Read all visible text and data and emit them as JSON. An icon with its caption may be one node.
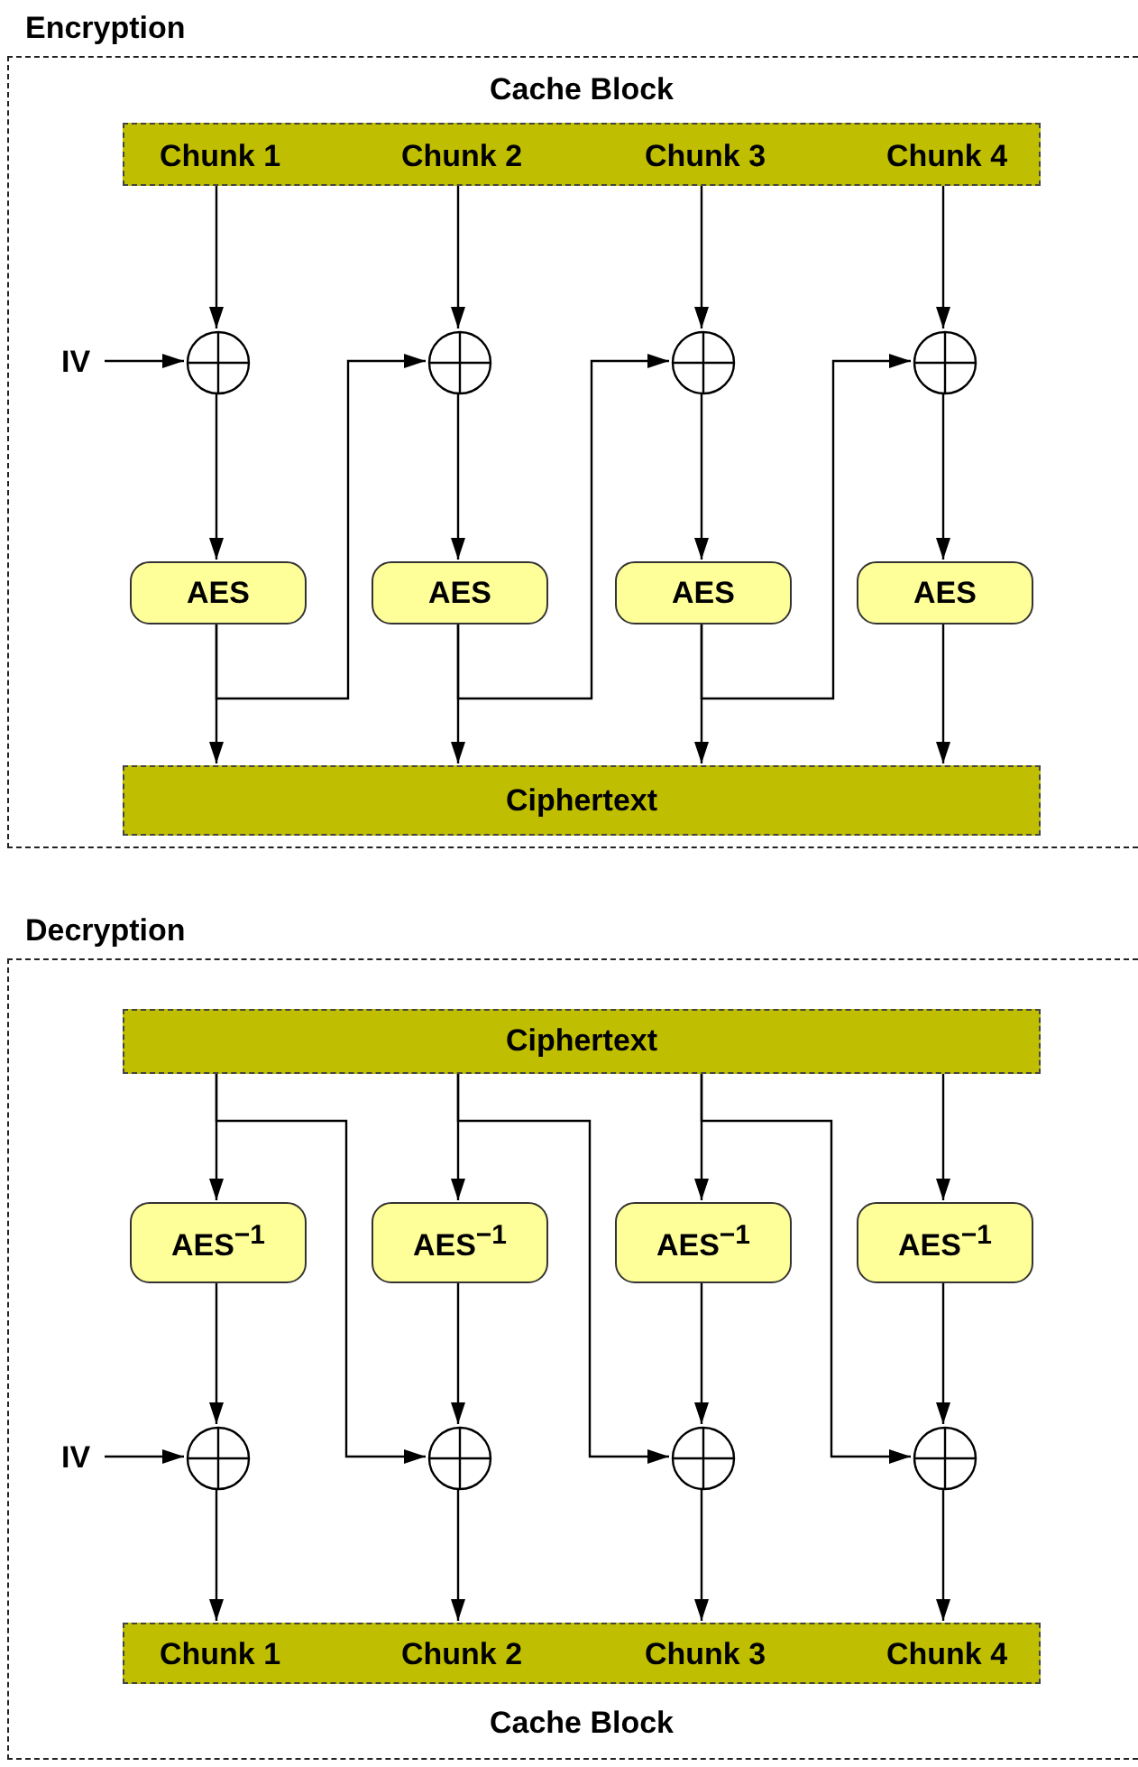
{
  "diagram": {
    "nodes": [
      {
        "text": [
          "Encryption"
        ]
      },
      {
        "text": [
          "Cache Block"
        ],
        "in": 0
      },
      {
        "text": [
          "Chunk 1"
        ],
        "in": 1
      },
      {
        "text": [
          "Chunk 2"
        ],
        "in": 1
      },
      {
        "text": [
          "Chunk 3"
        ],
        "in": 1
      },
      {
        "text": [
          "Chunk 4"
        ],
        "in": 1
      },
      {
        "text": [
          "IV"
        ],
        "in": 0
      },
      {
        "text": [],
        "shape": "circle",
        "in": 0
      },
      {
        "text": [],
        "shape": "circle",
        "in": 0
      },
      {
        "text": [],
        "shape": "circle",
        "in": 0
      },
      {
        "text": [],
        "shape": "circle",
        "in": 0
      },
      {
        "text": [
          "AES"
        ],
        "in": 0
      },
      {
        "text": [
          "AES"
        ],
        "in": 0
      },
      {
        "text": [
          "AES"
        ],
        "in": 0
      },
      {
        "text": [
          "AES"
        ],
        "in": 0
      },
      {
        "text": [
          "Ciphertext"
        ],
        "in": 0
      },
      {
        "text": [
          "Decryption"
        ]
      },
      {
        "text": [
          "Ciphertext"
        ],
        "in": 16
      },
      {
        "text": [
          "AES$^{−1}$"
        ],
        "in": 16
      },
      {
        "text": [
          "AES$^{−1}$"
        ],
        "in": 16
      },
      {
        "text": [
          "AES$^{−1}$"
        ],
        "in": 16
      },
      {
        "text": [
          "AES$^{−1}$"
        ],
        "in": 16
      },
      {
        "text": [
          "IV"
        ],
        "in": 16
      },
      {
        "text": [],
        "shape": "circle",
        "in": 16
      },
      {
        "text": [],
        "shape": "circle",
        "in": 16
      },
      {
        "text": [],
        "shape": "circle",
        "in": 16
      },
      {
        "text": [],
        "shape": "circle",
        "in": 16
      },
      {
        "text": [
          "Cache Block"
        ],
        "in": 16
      },
      {
        "text": [
          "Chunk 1"
        ],
        "in": 27
      },
      {
        "text": [
          "Chunk 2"
        ],
        "in": 27
      },
      {
        "text": [
          "Chunk 3"
        ],
        "in": 27
      },
      {
        "text": [
          "Chunk 4"
        ],
        "in": 27
      }
    ],
    "edges": [
      {
        "from": 2,
        "to": 7,
        "arrow": "to"
      },
      {
        "from": 3,
        "to": 8,
        "arrow": "to"
      },
      {
        "from": 4,
        "to": 9,
        "arrow": "to"
      },
      {
        "from": 5,
        "to": 10,
        "arrow": "to"
      },
      {
        "from": 6,
        "to": 7,
        "arrow": "to"
      },
      {
        "from": 7,
        "to": 11,
        "arrow": "to"
      },
      {
        "from": 8,
        "to": 12,
        "arrow": "to"
      },
      {
        "from": 9,
        "to": 13,
        "arrow": "to"
      },
      {
        "from": 10,
        "to": 14,
        "arrow": "to"
      },
      {
        "from": 11,
        "to": 15,
        "arrow": "to"
      },
      {
        "from": 12,
        "to": 15,
        "arrow": "to"
      },
      {
        "from": 13,
        "to": 15,
        "arrow": "to"
      },
      {
        "from": 14,
        "to": 15,
        "arrow": "to"
      },
      {
        "from": 11,
        "to": 8,
        "arrow": "to"
      },
      {
        "from": 12,
        "to": 9,
        "arrow": "to"
      },
      {
        "from": 13,
        "to": 10,
        "arrow": "to"
      },
      {
        "from": 17,
        "to": 18,
        "arrow": "to"
      },
      {
        "from": 17,
        "to": 19,
        "arrow": "to"
      },
      {
        "from": 17,
        "to": 20,
        "arrow": "to"
      },
      {
        "from": 17,
        "to": 21,
        "arrow": "to"
      },
      {
        "from": 17,
        "to": 24,
        "arrow": "to"
      },
      {
        "from": 17,
        "to": 25,
        "arrow": "to"
      },
      {
        "from": 17,
        "to": 26,
        "arrow": "to"
      },
      {
        "from": 22,
        "to": 23,
        "arrow": "to"
      },
      {
        "from": 18,
        "to": 23,
        "arrow": "to"
      },
      {
        "from": 19,
        "to": 24,
        "arrow": "to"
      },
      {
        "from": 20,
        "to": 25,
        "arrow": "to"
      },
      {
        "from": 21,
        "to": 26,
        "arrow": "to"
      },
      {
        "from": 23,
        "to": 28,
        "arrow": "to"
      },
      {
        "from": 24,
        "to": 29,
        "arrow": "to"
      },
      {
        "from": 25,
        "to": 30,
        "arrow": "to"
      },
      {
        "from": 26,
        "to": 31,
        "arrow": "to"
      }
    ]
  }
}
